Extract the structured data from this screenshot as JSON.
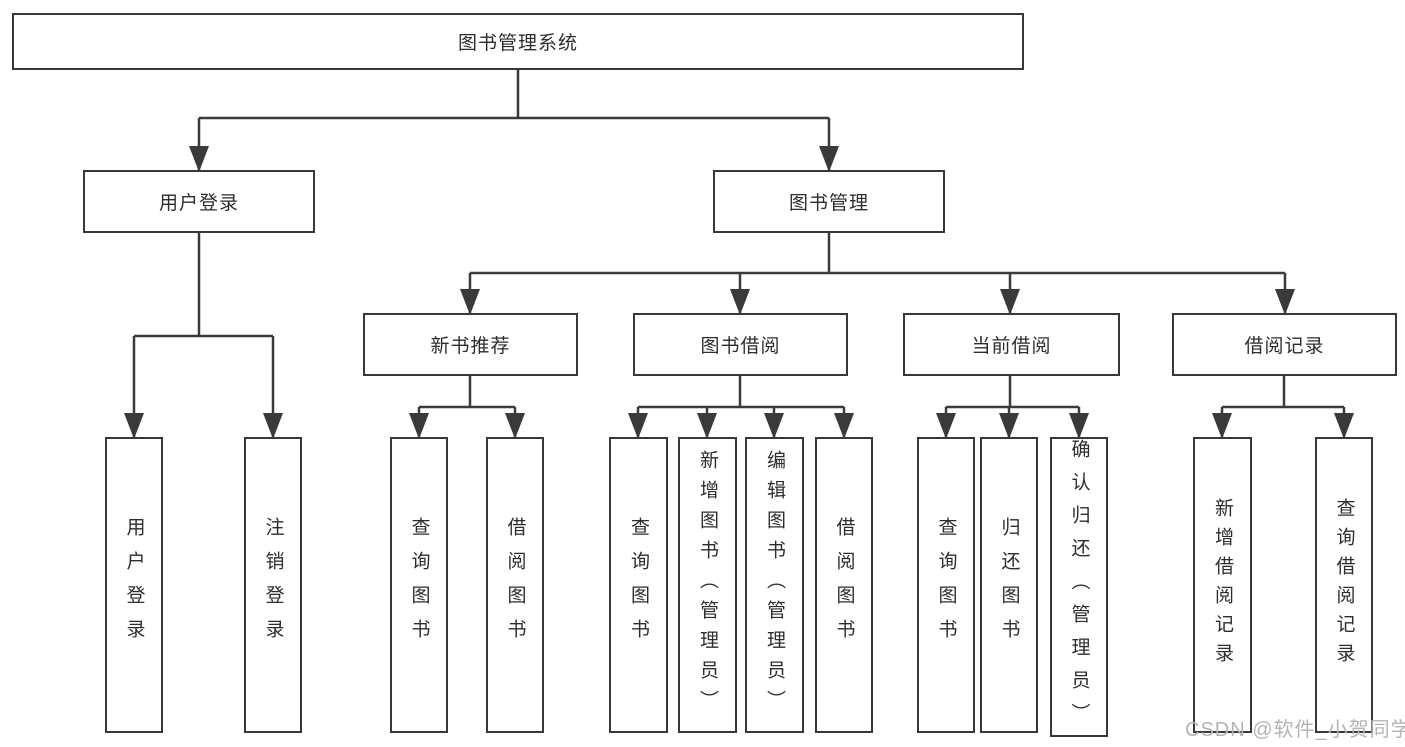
{
  "diagram_title": "图书管理系统",
  "tree": {
    "label": "图书管理系统",
    "children": [
      {
        "label": "用户登录",
        "children": [
          {
            "label": "用户登录"
          },
          {
            "label": "注销登录"
          }
        ]
      },
      {
        "label": "图书管理",
        "children": [
          {
            "label": "新书推荐",
            "children": [
              {
                "label": "查询图书"
              },
              {
                "label": "借阅图书"
              }
            ]
          },
          {
            "label": "图书借阅",
            "children": [
              {
                "label": "查询图书"
              },
              {
                "label": "新增图书（管理员）"
              },
              {
                "label": "编辑图书（管理员）"
              },
              {
                "label": "借阅图书"
              }
            ]
          },
          {
            "label": "当前借阅",
            "children": [
              {
                "label": "查询图书"
              },
              {
                "label": "归还图书"
              },
              {
                "label": "确认归还（管理员）"
              }
            ]
          },
          {
            "label": "借阅记录",
            "children": [
              {
                "label": "新增借阅记录"
              },
              {
                "label": "查询借阅记录"
              }
            ]
          }
        ]
      }
    ]
  },
  "watermark": {
    "text": "CSDN @软件_小贺同学"
  },
  "colors": {
    "background": "#ffffff",
    "line": "#3a3a3a",
    "box_border": "#383838",
    "box_fill": "#ffffff",
    "text": "#2d2d2d",
    "watermark": "#b4b4b4"
  }
}
